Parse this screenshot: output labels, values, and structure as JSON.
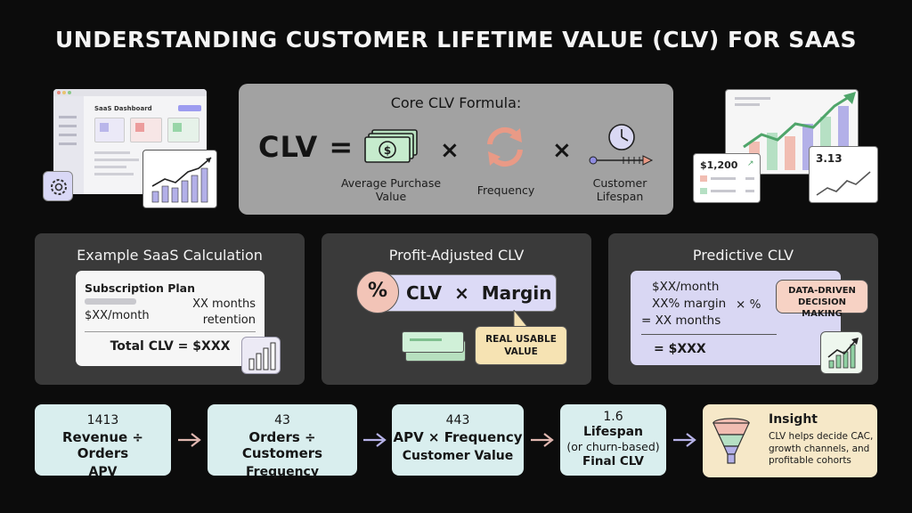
{
  "title": "UNDERSTANDING CUSTOMER LIFETIME VALUE (CLV) FOR SAAS",
  "dashboard": {
    "label": "SaaS Dashboard"
  },
  "formula": {
    "title": "Core CLV Formula:",
    "lhs": "CLV =",
    "times": "×",
    "terms": [
      {
        "label_line1": "Average Purchase",
        "label_line2": "Value",
        "icon": "cash-icon"
      },
      {
        "label_line1": "Frequency",
        "label_line2": "",
        "icon": "cycle-arrows-icon"
      },
      {
        "label_line1": "Customer",
        "label_line2": "Lifespan",
        "icon": "clock-timeline-icon"
      }
    ]
  },
  "right_widgets": {
    "price": "$1,200",
    "metric": "3.13"
  },
  "example": {
    "title": "Example SaaS Calculation",
    "plan_label": "Subscription Plan",
    "price": "$XX/month",
    "months_line1": "XX months",
    "months_line2": "retention",
    "total": "Total CLV = $XXX"
  },
  "profit": {
    "title": "Profit-Adjusted CLV",
    "percent_symbol": "%",
    "formula": "CLV  ×  Margin",
    "callout_line1": "REAL USABLE",
    "callout_line2": "VALUE"
  },
  "predictive": {
    "title": "Predictive CLV",
    "line1": "$XX/month",
    "line2": "XX% margin",
    "line2_op": "× %",
    "line3": "= XX months",
    "result": "= $XXX",
    "callout_line1": "DATA-DRIVEN",
    "callout_line2": "DECISION MAKING"
  },
  "flow": [
    {
      "num": "1413",
      "l1": "Revenue ÷ Orders",
      "l2": "APV"
    },
    {
      "num": "43",
      "l1": "Orders ÷ Customers",
      "l2": "Frequency"
    },
    {
      "num": "443",
      "l1": "APV × Frequency",
      "l2": "Customer Value"
    },
    {
      "num": "1.6",
      "l1": "Lifespan",
      "l2": "(or churn-based)",
      "l3": "Final CLV"
    }
  ],
  "insight": {
    "title": "Insight",
    "line1": "CLV helps decide CAC,",
    "line2": "growth channels, and",
    "line3": "profitable cohorts"
  },
  "colors": {
    "background": "#0c0c0c",
    "formula_panel": "#a2a2a2",
    "card": "#3a3a3a",
    "flow_step": "#d9eeee",
    "insight": "#f6e8c8",
    "callout_peach": "#f7d2c4",
    "callout_yellow": "#f6e3b3",
    "lavender": "#d9d7f3",
    "arrow": "#e0b7b0"
  }
}
